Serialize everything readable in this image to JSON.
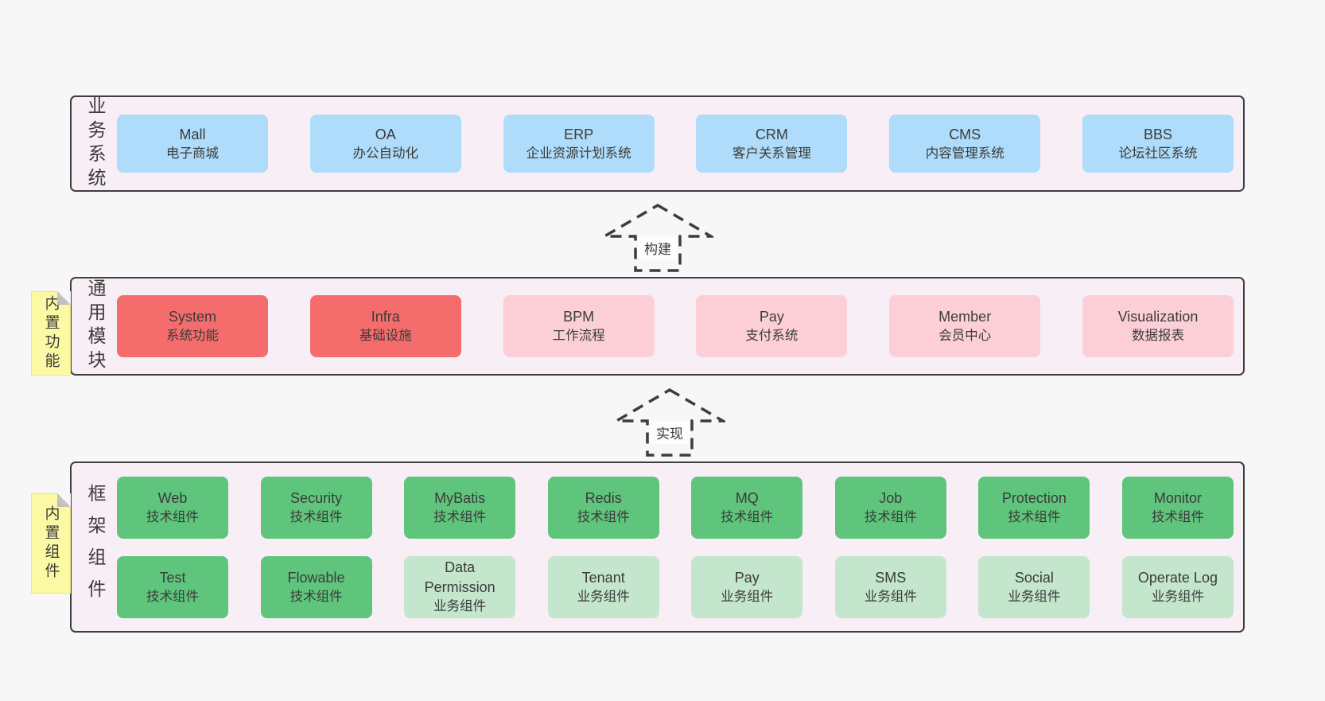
{
  "colors": {
    "page_bg": "#f7f7f7",
    "section_bg": "#f8eef6",
    "section_border": "#3f3f3f",
    "box_blue": "#aedcfa",
    "box_red": "#f56c6c",
    "box_pink": "#fccfd7",
    "box_green": "#5fc57c",
    "box_lightgreen": "#c3e6cc",
    "sticky_yellow": "#fbf9a3",
    "text": "#3b3b3b"
  },
  "business": {
    "label": "业务系统",
    "boxes": [
      {
        "title": "Mall",
        "subtitle": "电子商城"
      },
      {
        "title": "OA",
        "subtitle": "办公自动化"
      },
      {
        "title": "ERP",
        "subtitle": "企业资源计划系统"
      },
      {
        "title": "CRM",
        "subtitle": "客户关系管理"
      },
      {
        "title": "CMS",
        "subtitle": "内容管理系统"
      },
      {
        "title": "BBS",
        "subtitle": "论坛社区系统"
      }
    ]
  },
  "arrow_build": {
    "label": "构建"
  },
  "arrow_implement": {
    "label": "实现"
  },
  "modules": {
    "label": "通用模块",
    "sticky": "内置功能",
    "boxes": [
      {
        "title": "System",
        "subtitle": "系统功能"
      },
      {
        "title": "Infra",
        "subtitle": "基础设施"
      },
      {
        "title": "BPM",
        "subtitle": "工作流程"
      },
      {
        "title": "Pay",
        "subtitle": "支付系统"
      },
      {
        "title": "Member",
        "subtitle": "会员中心"
      },
      {
        "title": "Visualization",
        "subtitle": "数据报表"
      }
    ]
  },
  "components": {
    "label": "框架组件",
    "sticky": "内置组件",
    "row1": [
      {
        "title": "Web",
        "subtitle": "技术组件"
      },
      {
        "title": "Security",
        "subtitle": "技术组件"
      },
      {
        "title": "MyBatis",
        "subtitle": "技术组件"
      },
      {
        "title": "Redis",
        "subtitle": "技术组件"
      },
      {
        "title": "MQ",
        "subtitle": "技术组件"
      },
      {
        "title": "Job",
        "subtitle": "技术组件"
      },
      {
        "title": "Protection",
        "subtitle": "技术组件"
      },
      {
        "title": "Monitor",
        "subtitle": "技术组件"
      }
    ],
    "row2": [
      {
        "title": "Test",
        "subtitle": "技术组件"
      },
      {
        "title": "Flowable",
        "subtitle": "技术组件"
      },
      {
        "title": "Data Permission",
        "subtitle": "业务组件"
      },
      {
        "title": "Tenant",
        "subtitle": "业务组件"
      },
      {
        "title": "Pay",
        "subtitle": "业务组件"
      },
      {
        "title": "SMS",
        "subtitle": "业务组件"
      },
      {
        "title": "Social",
        "subtitle": "业务组件"
      },
      {
        "title": "Operate Log",
        "subtitle": "业务组件"
      }
    ]
  }
}
